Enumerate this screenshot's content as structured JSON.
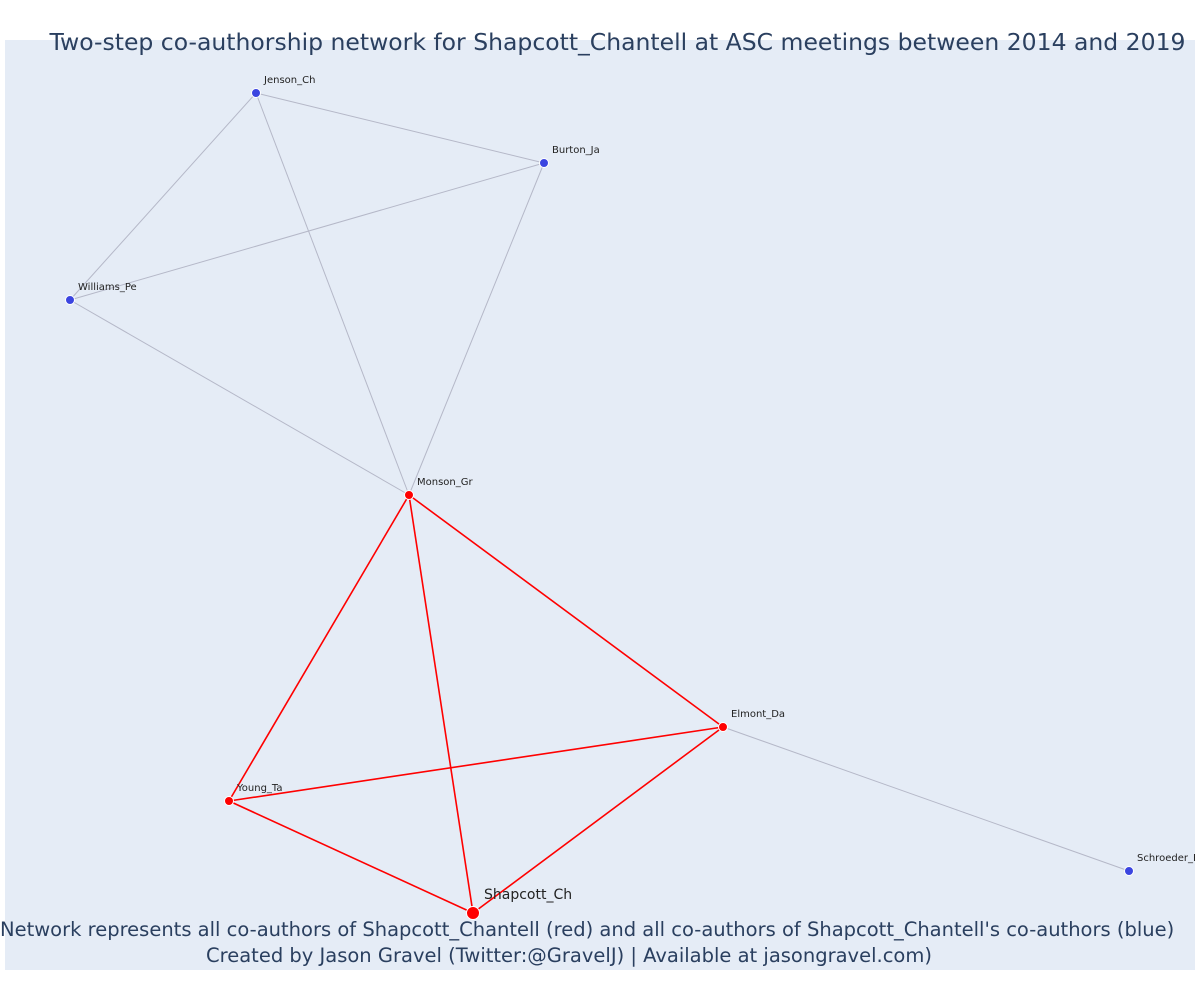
{
  "title": "Two-step co-authorship network for Shapcott_Chantell at ASC meetings between 2014 and 2019",
  "caption": {
    "line1": "Network represents all co-authors of Shapcott_Chantell (red) and all co-authors of Shapcott_Chantell's co-authors (blue)",
    "line2": "Created by Jason Gravel (Twitter:@GravelJ) | Available at jasongravel.com)"
  },
  "colors": {
    "background": "#e5ecf6",
    "direct": "#ff0000",
    "indirect": "#3b45e0",
    "indirect_edge": "#b5b8c8",
    "text": "#2a3f5f"
  },
  "nodes": [
    {
      "id": "Shapcott_Ch",
      "group": "focal"
    },
    {
      "id": "Monson_Gr",
      "group": "direct"
    },
    {
      "id": "Young_Ta",
      "group": "direct"
    },
    {
      "id": "Elmont_Da",
      "group": "direct"
    },
    {
      "id": "Jenson_Ch",
      "group": "indirect"
    },
    {
      "id": "Burton_Ja",
      "group": "indirect"
    },
    {
      "id": "Williams_Pe",
      "group": "indirect"
    },
    {
      "id": "Schroeder_B",
      "group": "indirect"
    }
  ],
  "edges": [
    {
      "source": "Shapcott_Ch",
      "target": "Monson_Gr",
      "type": "direct"
    },
    {
      "source": "Shapcott_Ch",
      "target": "Young_Ta",
      "type": "direct"
    },
    {
      "source": "Shapcott_Ch",
      "target": "Elmont_Da",
      "type": "direct"
    },
    {
      "source": "Monson_Gr",
      "target": "Young_Ta",
      "type": "direct"
    },
    {
      "source": "Monson_Gr",
      "target": "Elmont_Da",
      "type": "direct"
    },
    {
      "source": "Young_Ta",
      "target": "Elmont_Da",
      "type": "direct"
    },
    {
      "source": "Jenson_Ch",
      "target": "Burton_Ja",
      "type": "indirect"
    },
    {
      "source": "Jenson_Ch",
      "target": "Williams_Pe",
      "type": "indirect"
    },
    {
      "source": "Jenson_Ch",
      "target": "Monson_Gr",
      "type": "indirect"
    },
    {
      "source": "Burton_Ja",
      "target": "Williams_Pe",
      "type": "indirect"
    },
    {
      "source": "Burton_Ja",
      "target": "Monson_Gr",
      "type": "indirect"
    },
    {
      "source": "Williams_Pe",
      "target": "Monson_Gr",
      "type": "indirect"
    },
    {
      "source": "Elmont_Da",
      "target": "Schroeder_B",
      "type": "indirect"
    }
  ]
}
